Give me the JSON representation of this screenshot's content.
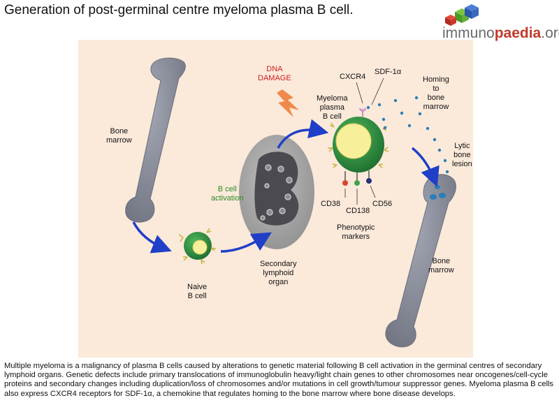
{
  "title": "Generation of post-germinal centre myeloma plasma B cell.",
  "logo": {
    "prefix": "immuno",
    "highlight": "paedia",
    "suffix": ".org"
  },
  "labels": {
    "bone_marrow_left": "Bone\nmarrow",
    "naive_b_cell": "Naive\nB cell",
    "b_cell_activation": "B cell\nactivation",
    "secondary_lymphoid_organ": "Secondary\nlymphoid\norgan",
    "dna_damage": "DNA\nDAMAGE",
    "myeloma_plasma_b_cell": "Myeloma\nplasma\nB cell",
    "cxcr4": "CXCR4",
    "sdf1a": "SDF-1α",
    "homing": "Homing\nto\nbone\nmarrow",
    "lytic_bone_lesion": "Lytic\nbone\nlesion",
    "cd38": "CD38",
    "cd138": "CD138",
    "cd56": "CD56",
    "phenotypic_markers": "Phenotypic\nmarkers",
    "bone_marrow_right": "Bone\nmarrow"
  },
  "colors": {
    "panel_bg": "#fbe9da",
    "bone": "#8b8f9c",
    "cell_green": "#2e8b3e",
    "nucleus": "#f7ef9a",
    "arrow_blue": "#1f3fc8",
    "dots": "#2a7fb8",
    "dna_red": "#d02020",
    "lightning": "#f08a4b",
    "cd38": "#d9472b",
    "cd138": "#3aa64a",
    "cd56": "#2a2f7a",
    "receptor": "#c4b23a"
  },
  "caption": "Multiple myeloma is a malignancy of plasma B cells caused by alterations to genetic material following B cell activation in the germinal centres of secondary lymphoid organs. Genetic defects include primary translocations of immunoglobulin heavy/light chain genes to other chromosomes near oncogenes/cell-cycle proteins and secondary changes including duplication/loss of chromosomes and/or mutations in cell growth/tumour suppressor genes. Myeloma plasma B cells also express CXCR4 receptors for SDF-1α, a chemokine that regulates homing to the bone marrow where bone disease develops."
}
